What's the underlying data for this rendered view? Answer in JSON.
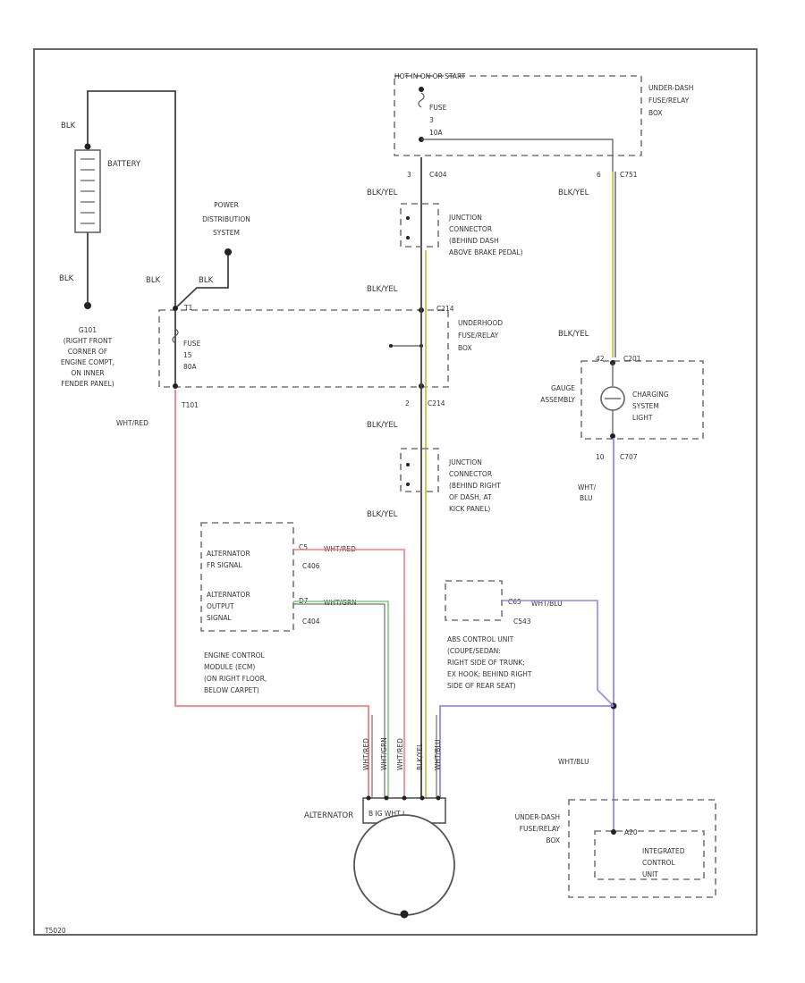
{
  "colors": {
    "red": "#f08080",
    "green": "#7ccf7c",
    "blue": "#8c8cf0",
    "yellow": "#c6c64a",
    "black": "#444444"
  },
  "battery": {
    "label": "BATTERY",
    "wire_top": "BLK",
    "wire_bottom": "BLK",
    "ground_id": "G101",
    "ground_desc": [
      "(RIGHT FRONT",
      "CORNER OF",
      "ENGINE COMPT,",
      "ON INNER",
      "FENDER PANEL)"
    ]
  },
  "power_dist": {
    "label": [
      "POWER",
      "DISTRIBUTION",
      "SYSTEM"
    ],
    "wire_left": "BLK",
    "wire_right": "BLK"
  },
  "uh_left": {
    "connector": "T1",
    "fuse": [
      "FUSE",
      "15",
      "80A"
    ],
    "out_connector": "T101",
    "out_wire": "WHT/RED"
  },
  "fuse_top": {
    "header": "HOT IN ON OR START",
    "fuse": [
      "FUSE",
      "3",
      "10A"
    ],
    "box": [
      "UNDER-DASH",
      "FUSE/RELAY",
      "BOX"
    ],
    "conn_left": "C404",
    "pin_left": "3",
    "conn_right": "C751",
    "pin_right": "6"
  },
  "jc1": {
    "wire": "BLK/YEL",
    "label": [
      "JUNCTION",
      "CONNECTOR",
      "(BEHIND DASH",
      "ABOVE BRAKE PEDAL)"
    ]
  },
  "uh_mid": {
    "wire": "BLK/YEL",
    "connector": "C214",
    "box": [
      "UNDERHOOD",
      "FUSE/RELAY",
      "BOX"
    ],
    "out_pin": "2",
    "out_conn": "C214",
    "out_wire": "BLK/YEL"
  },
  "jc2": {
    "label": [
      "JUNCTION",
      "CONNECTOR",
      "(BEHIND RIGHT",
      "OF DASH, AT",
      "KICK PANEL)"
    ],
    "out_wire": "BLK/YEL"
  },
  "wire_right_1": "BLK/YEL",
  "wire_right_2": "BLK/YEL",
  "gauge": {
    "pin_in": "42",
    "conn_in": "C201",
    "label": [
      "GAUGE",
      "ASSEMBLY"
    ],
    "light": [
      "CHARGING",
      "SYSTEM",
      "LIGHT"
    ],
    "pin_out": "10",
    "conn_out": "C707",
    "out_wire": [
      "WHT/",
      "BLU"
    ]
  },
  "ecm": {
    "signal1": [
      "ALTERNATOR",
      "FR SIGNAL"
    ],
    "pin1": "C5",
    "wire1": "WHT/RED",
    "conn1": "C406",
    "signal2": [
      "ALTERNATOR",
      "OUTPUT",
      "SIGNAL"
    ],
    "pin2": "D7",
    "wire2": "WHT/GRN",
    "conn2": "C404",
    "label": [
      "ENGINE CONTROL",
      "MODULE (ECM)",
      "(ON RIGHT FLOOR,",
      "BELOW CARPET)"
    ]
  },
  "abs": {
    "pin": "C65",
    "wire": "WHT/BLU",
    "conn": "C543",
    "label": [
      "ABS CONTROL UNIT",
      "(COUPE/SEDAN:",
      "RIGHT SIDE OF TRUNK;",
      "EX HOOK: BEHIND RIGHT",
      "SIDE OF REAR SEAT)"
    ]
  },
  "alt_wires": [
    "WHT/RED",
    "WHT/GRN",
    "WHT/RED",
    "BLK/YEL",
    "WHT/BLU"
  ],
  "alternator": {
    "label": "ALTERNATOR",
    "terminals": "B  IG WHT L"
  },
  "icu": {
    "box": [
      "UNDER-DASH",
      "FUSE/RELAY",
      "BOX"
    ],
    "wire": "WHT/BLU",
    "connector": "A20",
    "label": [
      "INTEGRATED",
      "CONTROL",
      "UNIT"
    ]
  },
  "footer": "T5020"
}
